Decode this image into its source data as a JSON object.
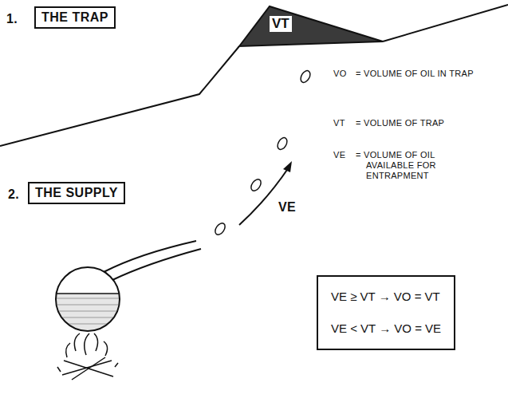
{
  "diagram": {
    "nodes": [
      {
        "text": [
          "THE TRAP"
        ]
      },
      {
        "text": [
          "VT"
        ]
      },
      {
        "text": [
          "THE SUPPLY"
        ]
      },
      {
        "text": [
          "VE ≥ VT → VO = VT",
          "VE < VT → VO = VE"
        ]
      }
    ],
    "labels": [
      "1.",
      "2.",
      "VO",
      "= VOLUME OF OIL IN TRAP",
      "VT",
      "= VOLUME OF TRAP",
      "VE",
      "= VOLUME OF OIL AVAILABLE FOR ENTRAPMENT",
      "VE"
    ]
  }
}
